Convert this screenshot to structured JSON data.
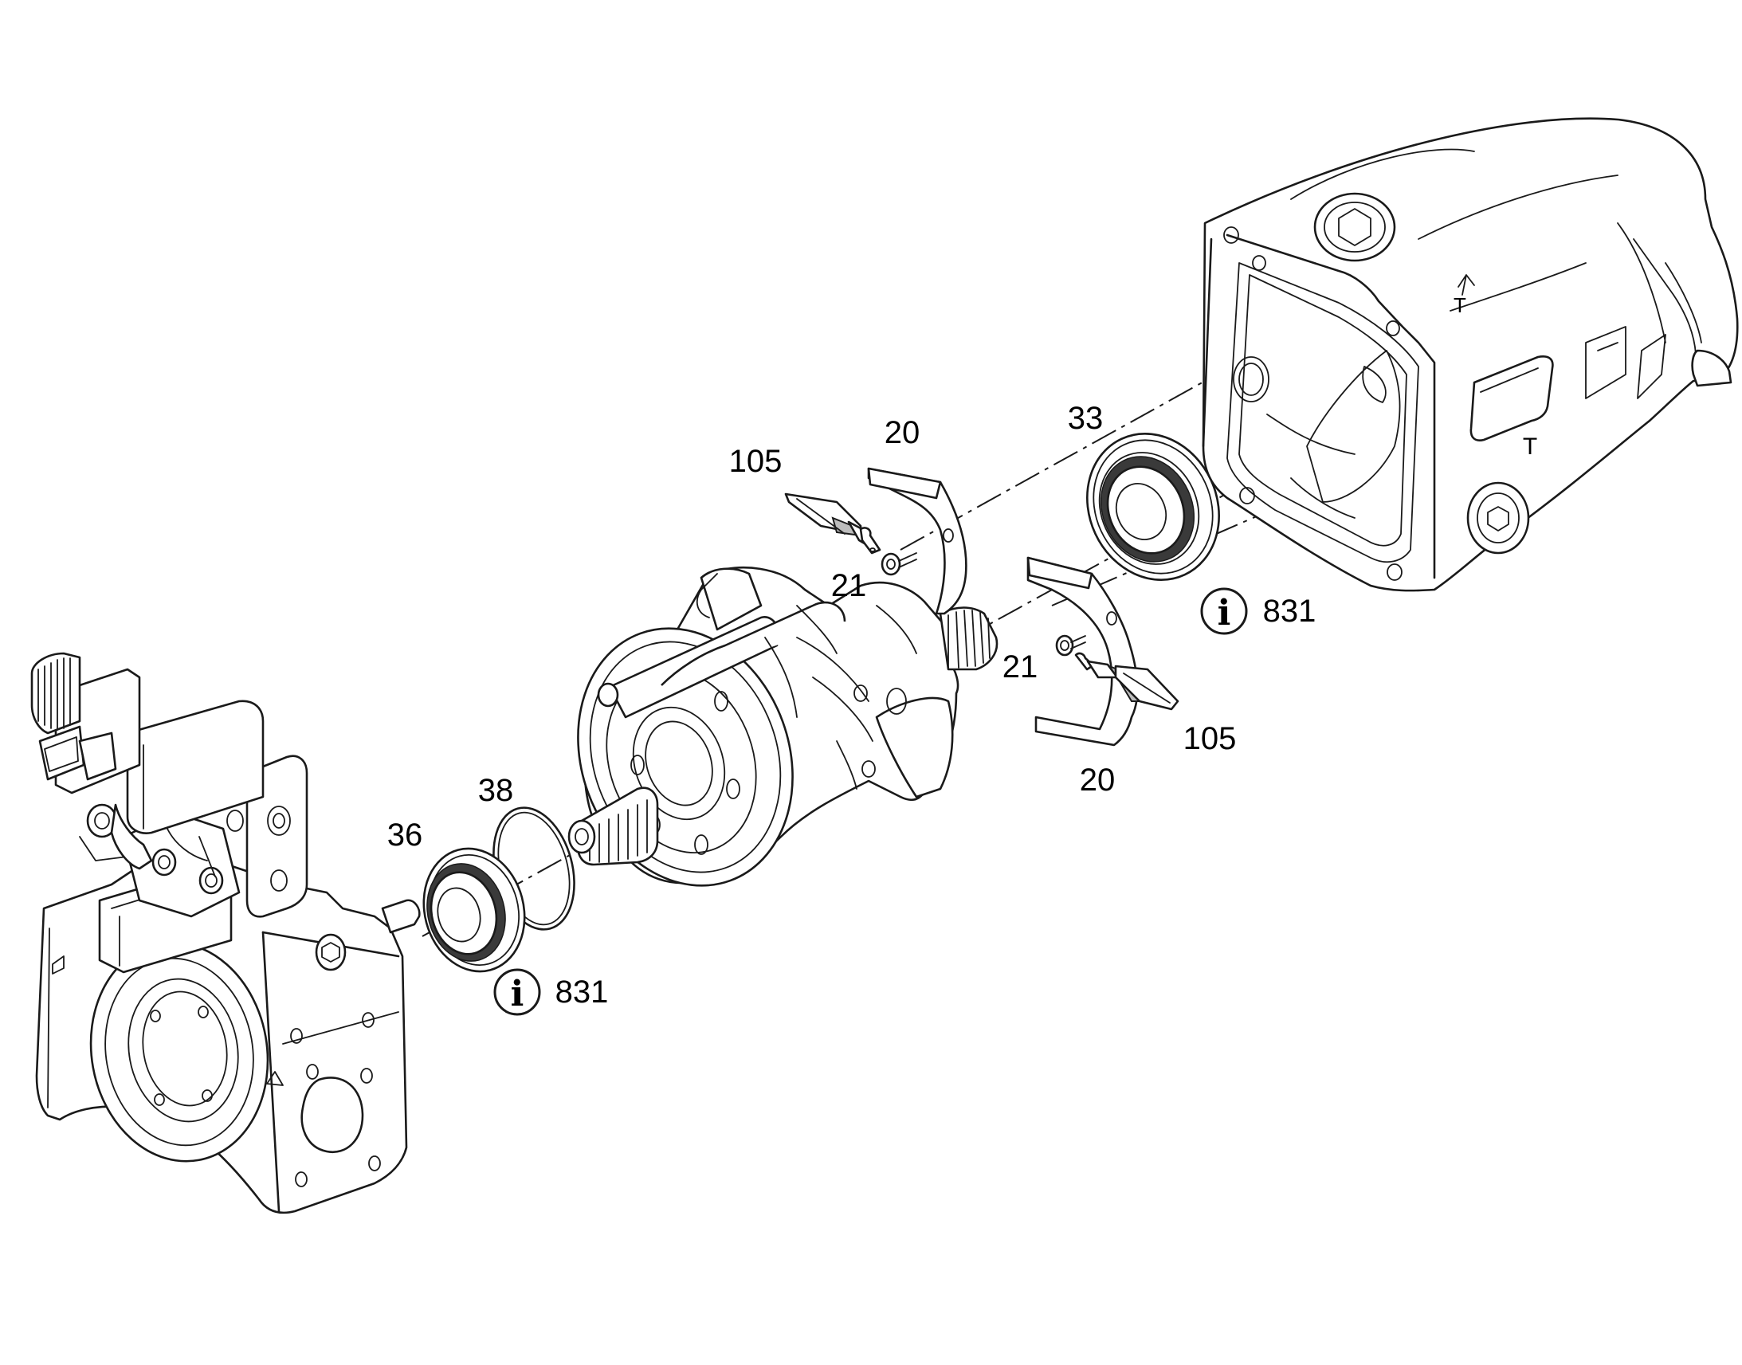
{
  "callouts": {
    "c105_top": "105",
    "c20_top": "20",
    "c33": "33",
    "c21_top": "21",
    "c21_bottom": "21",
    "c105_bottom": "105",
    "c20_bottom": "20",
    "c38": "38",
    "c36": "36"
  },
  "info_notes": {
    "right_number": "831",
    "left_number": "831",
    "icon_glyph": "i"
  },
  "marks": {
    "housing_arrow_letter": "T",
    "housing_face_letter": "T"
  }
}
